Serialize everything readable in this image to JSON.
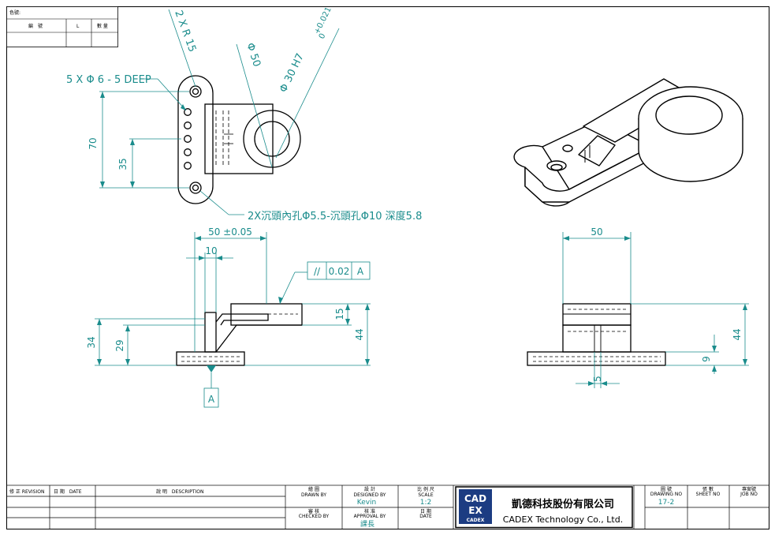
{
  "header_table": {
    "title": "色號:",
    "col_part_no": "編　號",
    "col_l": "L",
    "col_qty": "數 量"
  },
  "notes": {
    "holes": "5 X Φ 6 - 5 DEEP",
    "radius": "2 X R 15",
    "dia50": "Φ 50",
    "dia30": "Φ 30 H7",
    "dia30_tol_upper": "+0.021",
    "dia30_tol_lower": "0",
    "counterbore": "2X沉頭內孔Φ5.5-沉頭孔Φ10 深度5.8"
  },
  "dims": {
    "top_70": "70",
    "top_35": "35",
    "front_50": "50 ±0.05",
    "front_10": "10",
    "front_15": "15",
    "front_44": "44",
    "front_34": "34",
    "front_29": "29",
    "side_50": "50",
    "side_44": "44",
    "side_9": "9",
    "side_5": "5"
  },
  "gdt": {
    "symbol": "//",
    "tolerance": "0.02",
    "datum_ref": "A",
    "datum_label": "A"
  },
  "title_block": {
    "revision_label": "修 正 REVISION",
    "date_label": "日 期　DATE",
    "description_label": "說 明　DESCRIPTION",
    "drawn_label": "繪 圖",
    "drawn_sub": "DRAWN BY",
    "designed_label": "設 計",
    "designed_sub": "DESIGNED BY",
    "designed_value": "Kevin",
    "scale_label": "比 例 尺",
    "scale_sub": "SCALE",
    "scale_value": "1:2",
    "checked_label": "審 核",
    "checked_sub": "CHECKED BY",
    "approved_label": "核 准",
    "approved_sub": "APPROVAL BY",
    "approved_value": "課長",
    "date2_label": "日 期",
    "date2_sub": "DATE",
    "logo_top": "CAD",
    "logo_bottom": "EX",
    "logo_caption": "CADEX",
    "company_cn": "凱德科技股份有限公司",
    "company_en": "CADEX Technology Co., Ltd.",
    "drawing_no_label": "圖 號",
    "drawing_no_sub": "DRAWING NO",
    "drawing_no_value": "17-2",
    "sheet_label": "張 數",
    "sheet_sub": "SHEET NO",
    "job_label": "專案號",
    "job_sub": "JOB NO"
  },
  "colors": {
    "line": "#000000",
    "dimension": "#1a8c8c",
    "logo_bg": "#1c3c82"
  }
}
